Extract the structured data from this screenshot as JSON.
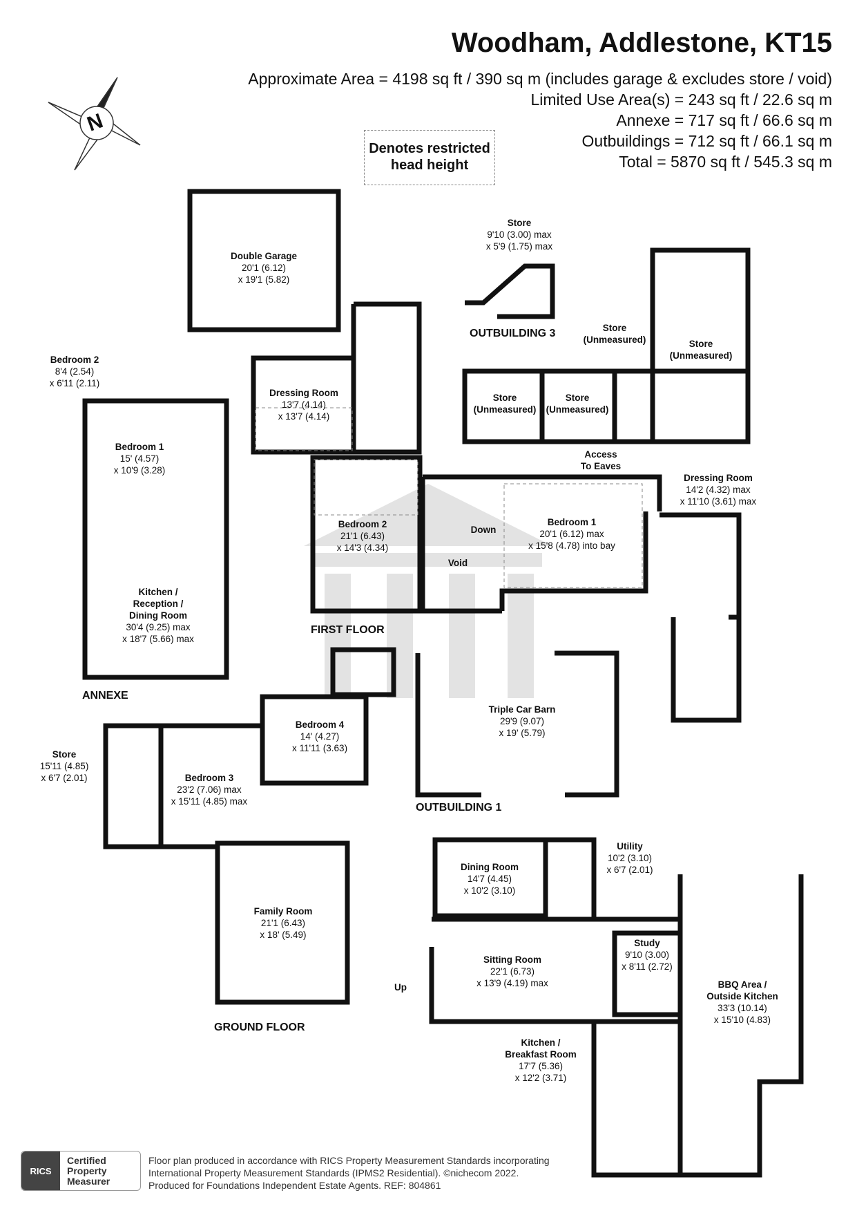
{
  "header": {
    "title": "Woodham, Addlestone, KT15",
    "area_lines": [
      "Approximate Area = 4198 sq ft / 390 sq m (includes garage & excludes store / void)",
      "Limited Use Area(s) = 243 sq ft / 22.6 sq m",
      "Annexe = 717 sq ft / 66.6 sq m",
      "Outbuildings = 712 sq ft / 66.1 sq m",
      "Total = 5870 sq ft / 545.3 sq m"
    ]
  },
  "compass_letter": "N",
  "legend": {
    "restricted_line1": "Denotes restricted",
    "restricted_line2": "head height"
  },
  "floors": {
    "first": "FIRST FLOOR",
    "ground": "GROUND FLOOR",
    "annexe": "ANNEXE",
    "outbuilding1": "OUTBUILDING 1",
    "outbuilding3": "OUTBUILDING 3"
  },
  "rooms": {
    "double_garage": {
      "name": "Double Garage",
      "l1": "20'1 (6.12)",
      "l2": "x 19'1 (5.82)"
    },
    "dressing_room_ff": {
      "name": "Dressing Room",
      "l1": "13'7 (4.14)",
      "l2": "x 13'7 (4.14)"
    },
    "bedroom2_ff": {
      "name": "Bedroom 2",
      "l1": "21'1 (6.43)",
      "l2": "x 14'3 (4.34)"
    },
    "bedroom1_ff": {
      "name": "Bedroom 1",
      "l1": "20'1 (6.12) max",
      "l2": "x 15'8 (4.78) into bay"
    },
    "dressing_room_2": {
      "name": "Dressing Room",
      "l1": "14'2 (4.32) max",
      "l2": "x 11'10 (3.61) max"
    },
    "store_ob3_top": {
      "name": "Store",
      "l1": "9'10 (3.00) max",
      "l2": "x 5'9 (1.75) max"
    },
    "store_um1": {
      "name": "Store",
      "l1": "(Unmeasured)"
    },
    "store_um2": {
      "name": "Store",
      "l1": "(Unmeasured)"
    },
    "store_um3": {
      "name": "Store",
      "l1": "(Unmeasured)"
    },
    "store_um4": {
      "name": "Store",
      "l1": "(Unmeasured)"
    },
    "access_eaves": {
      "l1": "Access",
      "l2": "To Eaves"
    },
    "down": "Down",
    "void": "Void",
    "annexe_bedroom2": {
      "name": "Bedroom 2",
      "l1": "8'4 (2.54)",
      "l2": "x 6'11 (2.11)"
    },
    "annexe_bedroom1": {
      "name": "Bedroom 1",
      "l1": "15' (4.57)",
      "l2": "x 10'9 (3.28)"
    },
    "annexe_kitchen": {
      "name1": "Kitchen /",
      "name2": "Reception /",
      "name3": "Dining Room",
      "l1": "30'4 (9.25) max",
      "l2": "x 18'7 (5.66) max"
    },
    "triple_car_barn": {
      "name": "Triple Car Barn",
      "l1": "29'9 (9.07)",
      "l2": "x 19' (5.79)"
    },
    "bedroom4": {
      "name": "Bedroom 4",
      "l1": "14' (4.27)",
      "l2": "x 11'11 (3.63)"
    },
    "store_gf": {
      "name": "Store",
      "l1": "15'11 (4.85)",
      "l2": "x 6'7 (2.01)"
    },
    "bedroom3": {
      "name": "Bedroom 3",
      "l1": "23'2 (7.06) max",
      "l2": "x 15'11 (4.85) max"
    },
    "family_room": {
      "name": "Family Room",
      "l1": "21'1 (6.43)",
      "l2": "x 18' (5.49)"
    },
    "dining_room": {
      "name": "Dining Room",
      "l1": "14'7 (4.45)",
      "l2": "x 10'2 (3.10)"
    },
    "utility": {
      "name": "Utility",
      "l1": "10'2 (3.10)",
      "l2": "x 6'7 (2.01)"
    },
    "sitting_room": {
      "name": "Sitting Room",
      "l1": "22'1 (6.73)",
      "l2": "x 13'9 (4.19) max"
    },
    "study": {
      "name": "Study",
      "l1": "9'10 (3.00)",
      "l2": "x 8'11 (2.72)"
    },
    "bbq": {
      "name1": "BBQ Area /",
      "name2": "Outside Kitchen",
      "l1": "33'3 (10.14)",
      "l2": "x 15'10 (4.83)"
    },
    "kitchen_breakfast": {
      "name1": "Kitchen /",
      "name2": "Breakfast Room",
      "l1": "17'7 (5.36)",
      "l2": "x 12'2 (3.71)"
    },
    "up": "Up"
  },
  "footer": {
    "line1": "Floor plan produced in accordance with RICS Property Measurement Standards incorporating",
    "line2": "International Property Measurement Standards (IPMS2 Residential).  ©nichecom 2022.",
    "line3": "Produced for Foundations Independent Estate Agents.   REF:  804861"
  },
  "badge": {
    "logo": "RICS",
    "l1": "Certified",
    "l2": "Property",
    "l3": "Measurer"
  },
  "colors": {
    "wall": "#111111",
    "watermark": "#d9d9d9",
    "restricted": "#888888"
  }
}
